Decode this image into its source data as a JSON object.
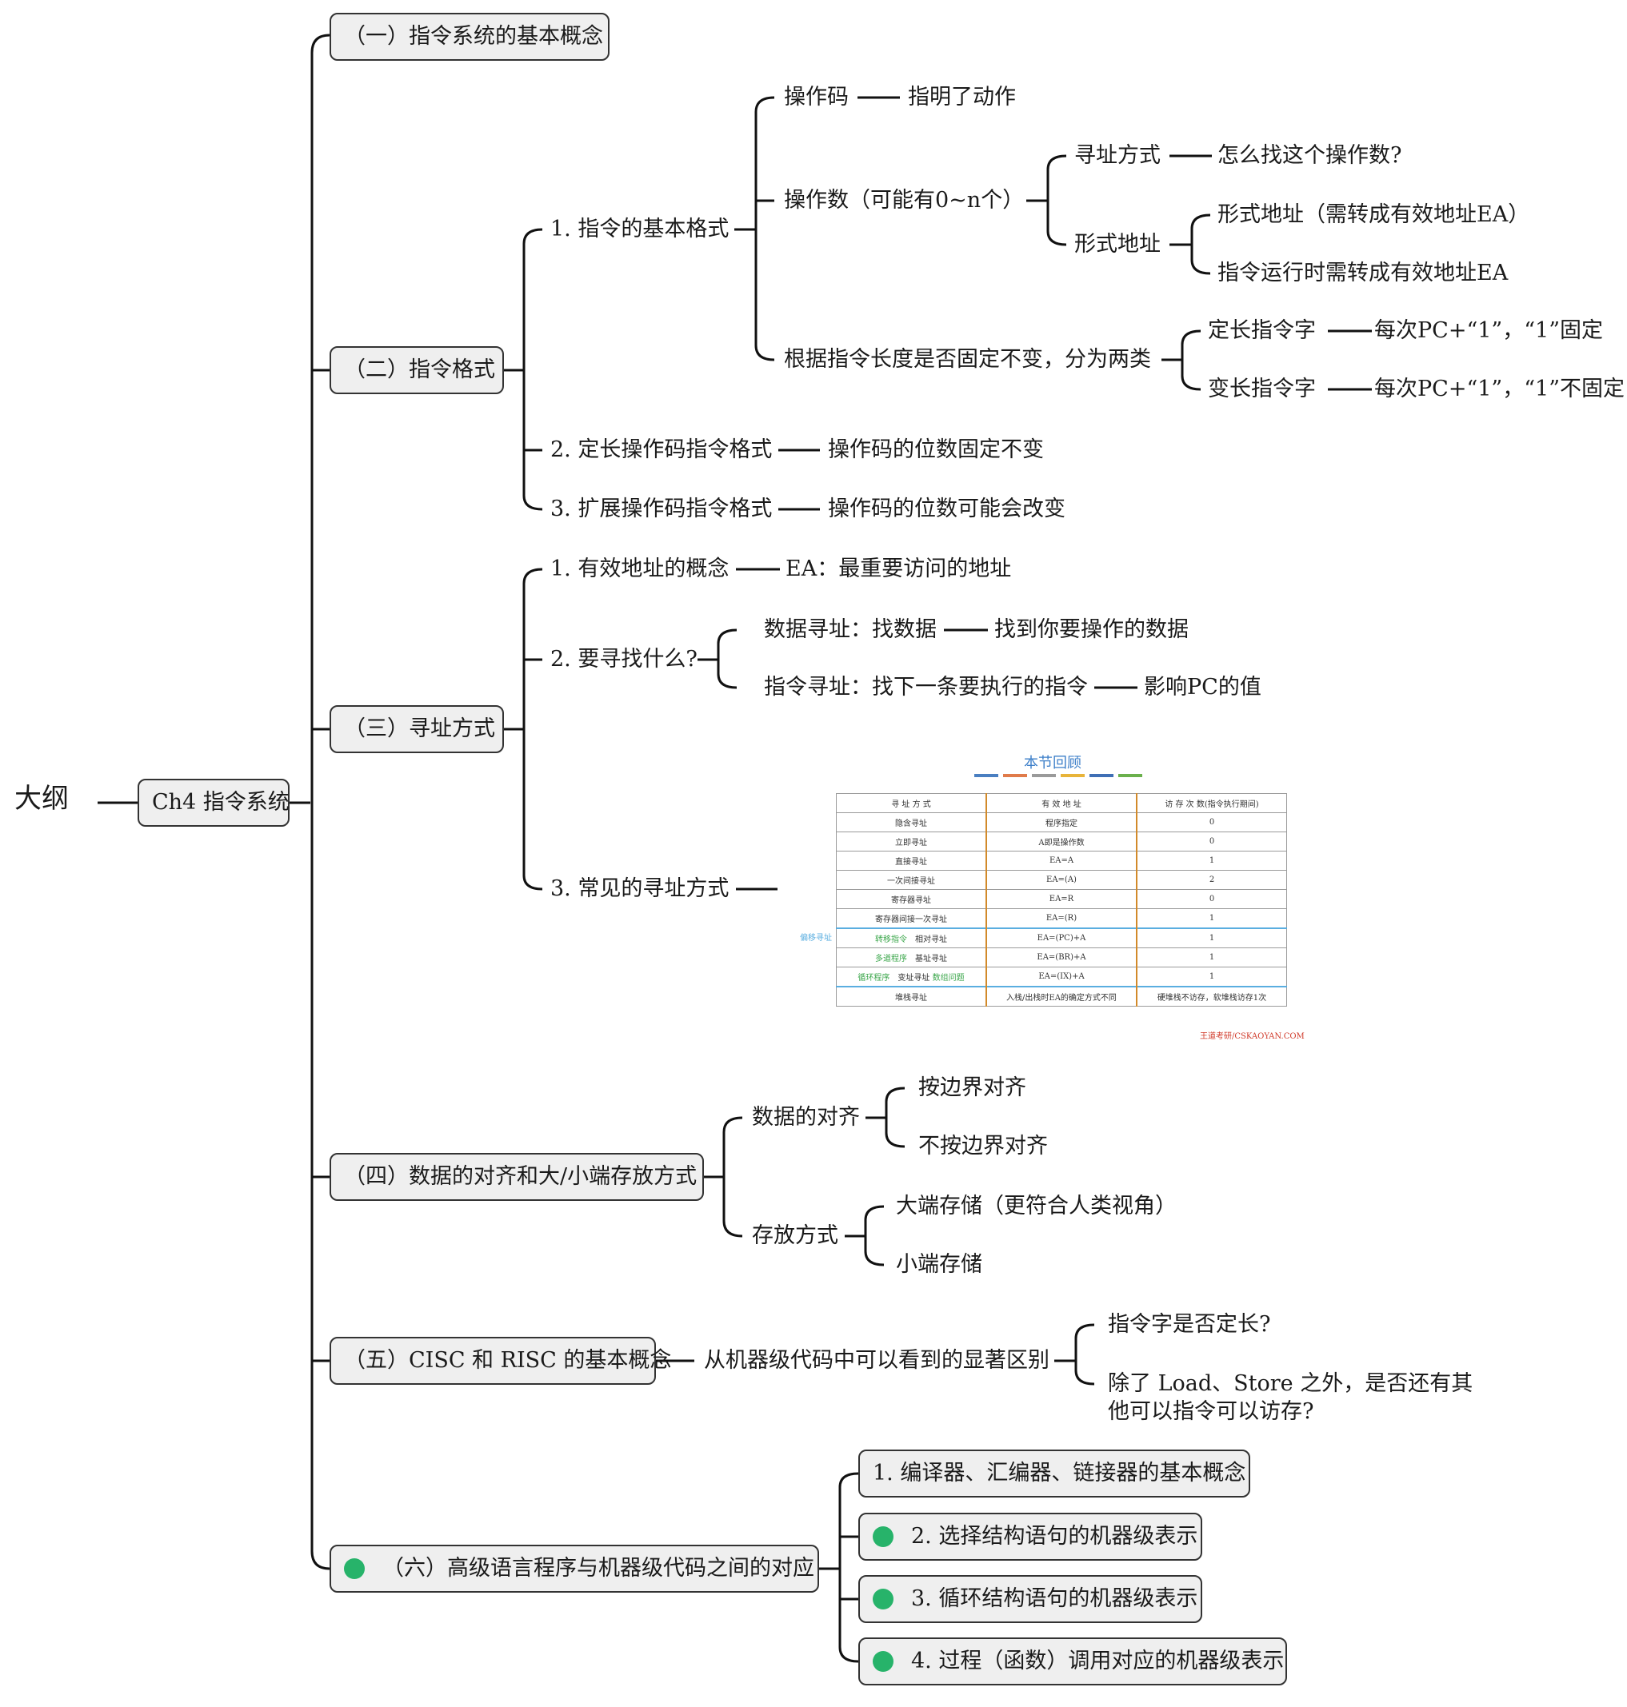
{
  "root": "大纲",
  "chapter": "Ch4 指令系统",
  "sections": {
    "s1": "（一）指令系统的基本概念",
    "s2": "（二）指令格式",
    "s3": "（三）寻址方式",
    "s4": "（四）数据的对齐和大/小端存放方式",
    "s5": "（五）CISC 和 RISC 的基本概念",
    "s6": "（六）高级语言程序与机器级代码之间的对应"
  },
  "s2": {
    "f1": "1. 指令的基本格式",
    "opcode": "操作码",
    "opcode_desc": "指明了动作",
    "operand": "操作数（可能有0~n个）",
    "addr_mode": "寻址方式",
    "addr_mode_desc": "怎么找这个操作数?",
    "formal_addr": "形式地址",
    "formal_1": "形式地址（需转成有效地址EA）",
    "formal_2": "指令运行时需转成有效地址EA",
    "by_length": "根据指令长度是否固定不变，分为两类",
    "fixed": "定长指令字",
    "fixed_desc": "每次PC+“1”，“1”固定",
    "var": "变长指令字",
    "var_desc": "每次PC+“1”，“1”不固定",
    "f2": "2. 定长操作码指令格式",
    "f2_desc": "操作码的位数固定不变",
    "f3": "3. 扩展操作码指令格式",
    "f3_desc": "操作码的位数可能会改变"
  },
  "s3": {
    "a1": "1. 有效地址的概念",
    "a1_desc": "EA：最重要访问的地址",
    "a2": "2. 要寻找什么?",
    "data_addr": "数据寻址：找数据",
    "data_addr_desc": "找到你要操作的数据",
    "instr_addr": "指令寻址：找下一条要执行的指令",
    "instr_addr_desc": "影响PC的值",
    "a3": "3. 常见的寻址方式"
  },
  "review": {
    "title": "本节回顾",
    "bar_colors": [
      "#4a7fc1",
      "#e07b4a",
      "#9a9a9a",
      "#e8b43a",
      "#3f6fb5",
      "#6ab04c"
    ],
    "headers": [
      "寻 址 方 式",
      "有 效 地 址",
      "访 存 次 数(指令执行期间)"
    ],
    "rows": [
      {
        "mode": "隐含寻址",
        "ea": "程序指定",
        "count": "0"
      },
      {
        "mode": "立即寻址",
        "ea": "A即是操作数",
        "count": "0"
      },
      {
        "mode": "直接寻址",
        "ea": "EA=A",
        "count": "1"
      },
      {
        "mode": "一次间接寻址",
        "ea": "EA=(A)",
        "count": "2"
      },
      {
        "mode": "寄存器寻址",
        "ea": "EA=R",
        "count": "0"
      },
      {
        "mode": "寄存器间接一次寻址",
        "ea": "EA=(R)",
        "count": "1"
      },
      {
        "tag": "转移指令",
        "mode": "相对寻址",
        "ea": "EA=(PC)+A",
        "count": "1"
      },
      {
        "tag": "多道程序",
        "mode": "基址寻址",
        "ea": "EA=(BR)+A",
        "count": "1"
      },
      {
        "tag": "循环程序",
        "mode": "变址寻址",
        "tag2": "数组问题",
        "ea": "EA=(IX)+A",
        "count": "1"
      },
      {
        "mode": "堆栈寻址",
        "ea": "入栈/出栈时EA的确定方式不同",
        "count": "硬堆栈不访存，软堆栈访存1次"
      }
    ],
    "side_label": "偏移寻址",
    "watermark": "王道考研/CSKAOYAN.COM"
  },
  "s4": {
    "align": "数据的对齐",
    "align_1": "按边界对齐",
    "align_2": "不按边界对齐",
    "store": "存放方式",
    "big": "大端存储（更符合人类视角）",
    "little": "小端存储"
  },
  "s5": {
    "diff": "从机器级代码中可以看到的显著区别",
    "q1": "指令字是否定长?",
    "q2_line1": "除了 Load、Store 之外，是否还有其",
    "q2_line2": "他可以指令可以访存?"
  },
  "s6": {
    "c1": "1. 编译器、汇编器、链接器的基本概念",
    "c2": "2. 选择结构语句的机器级表示",
    "c3": "3. 循环结构语句的机器级表示",
    "c4": "4. 过程（函数）调用对应的机器级表示"
  }
}
